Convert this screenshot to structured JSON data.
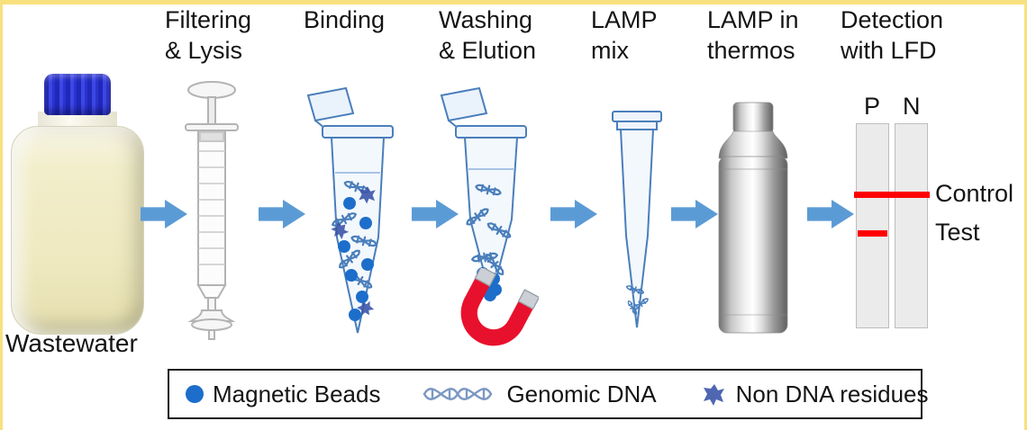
{
  "diagram": {
    "steps": [
      {
        "label": "Filtering\n& Lysis"
      },
      {
        "label": "Binding"
      },
      {
        "label": "Washing\n& Elution"
      },
      {
        "label": "LAMP\nmix"
      },
      {
        "label": "LAMP in\nthermos"
      },
      {
        "label": "Detection\nwith LFD"
      }
    ],
    "sample_label": "Wastewater",
    "lfd": {
      "positive_label": "P",
      "negative_label": "N",
      "control_label": "Control",
      "test_label": "Test"
    },
    "legend": {
      "items": [
        {
          "icon": "magnetic-bead-icon",
          "label": "Magnetic Beads"
        },
        {
          "icon": "genomic-dna-icon",
          "label": "Genomic DNA"
        },
        {
          "icon": "non-dna-residues-icon",
          "label": "Non DNA residues"
        }
      ]
    }
  },
  "colors": {
    "arrow-blue": "#5B9BD5",
    "bead-blue": "#1D6ECB",
    "tube-blue": "#4A7EBB",
    "magnet-red": "#E8112D",
    "lfd-line-red": "#FF0000",
    "frame-yellow": "#F9E07E"
  }
}
